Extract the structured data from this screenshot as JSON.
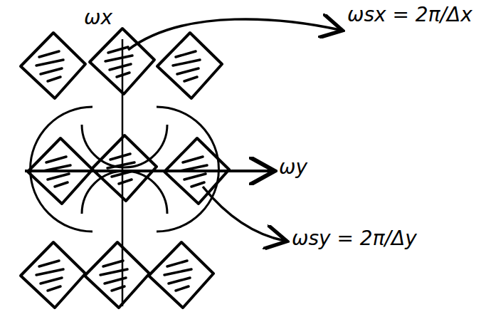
{
  "diagram": {
    "labels": [
      "ωx",
      "ωsx = 2π/Δx",
      "ωy",
      "ωsy = 2π/Δy"
    ]
  }
}
